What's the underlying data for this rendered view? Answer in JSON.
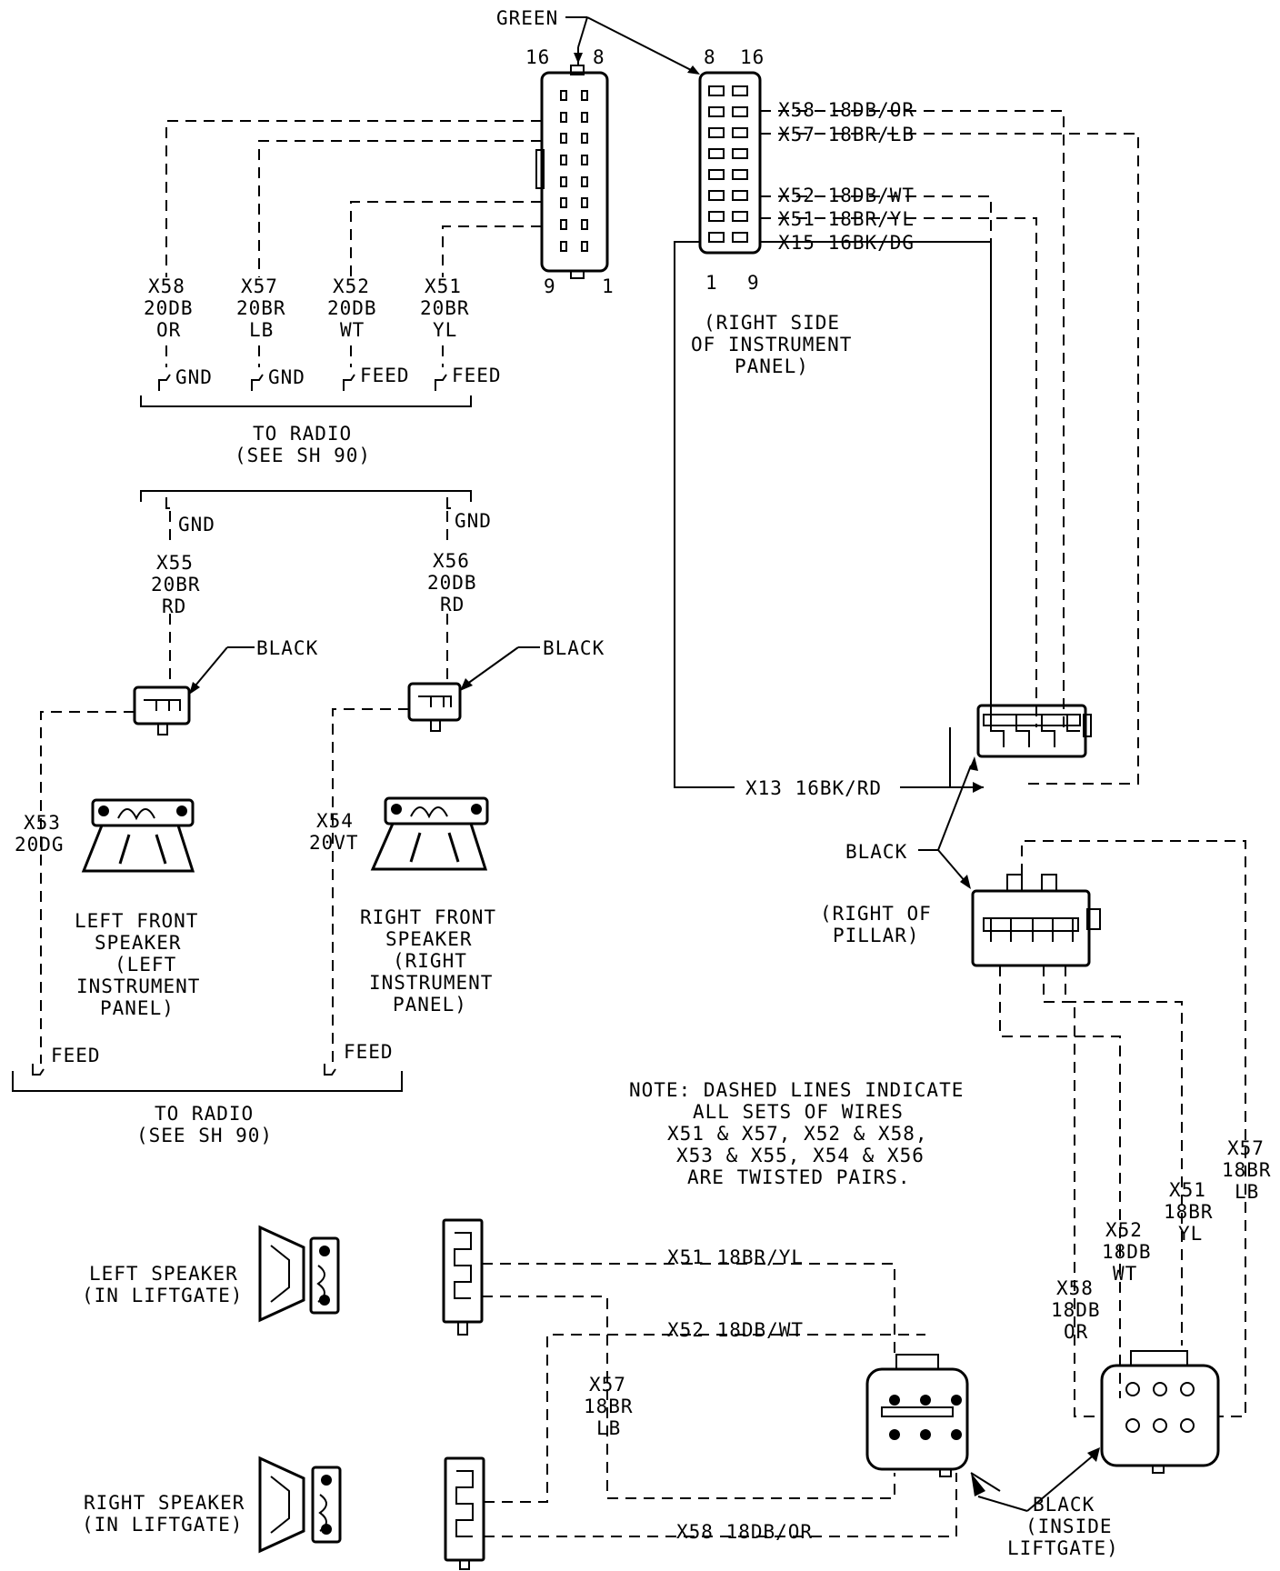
{
  "labels": {
    "green": "GREEN",
    "pin16_left": "16",
    "pin8_left": "8",
    "pin9_left": "9",
    "pin1_left": "1",
    "pin8_right": "8",
    "pin16_right": "16",
    "pin1_right": "1",
    "pin9_right": "9",
    "right_side_1": "(RIGHT SIDE",
    "right_side_2": "OF INSTRUMENT",
    "right_side_3": "PANEL)",
    "to_radio_1a": "TO RADIO",
    "to_radio_1b": "(SEE SH 90)",
    "to_radio_2a": "TO RADIO",
    "to_radio_2b": "(SEE SH 90)",
    "gnd": "GND",
    "feed": "FEED",
    "black": "BLACK",
    "right_pillar_1": "(RIGHT OF",
    "right_pillar_2": "PILLAR)",
    "lf_speaker": [
      "LEFT FRONT",
      "SPEAKER",
      "(LEFT",
      "INSTRUMENT",
      "PANEL)"
    ],
    "rf_speaker": [
      "RIGHT FRONT",
      "SPEAKER",
      "(RIGHT",
      "INSTRUMENT",
      "PANEL)"
    ],
    "left_liftgate": [
      "LEFT SPEAKER",
      "(IN LIFTGATE)"
    ],
    "right_liftgate": [
      "RIGHT SPEAKER",
      "(IN LIFTGATE)"
    ],
    "black_inside": [
      "BLACK",
      "(INSIDE",
      "LIFTGATE)"
    ],
    "note": [
      "NOTE: DASHED LINES INDICATE",
      "ALL SETS OF WIRES",
      "X51 & X57, X52 & X58,",
      "X53 & X55, X54 & X56",
      "ARE TWISTED PAIRS."
    ]
  },
  "wires_top_right": [
    "X58 18DB/OR",
    "X57 18BR/LB",
    "X52 18DB/WT",
    "X51 18BR/YL",
    "X15 16BK/DG"
  ],
  "wire_x13": "X13 16BK/RD",
  "radio_wires": [
    {
      "line1": "X58",
      "line2": "20DB",
      "line3": "OR"
    },
    {
      "line1": "X57",
      "line2": "20BR",
      "line3": "LB"
    },
    {
      "line1": "X52",
      "line2": "20DB",
      "line3": "WT"
    },
    {
      "line1": "X51",
      "line2": "20BR",
      "line3": "YL"
    }
  ],
  "front_wires": [
    {
      "line1": "X55",
      "line2": "20BR",
      "line3": "RD"
    },
    {
      "line1": "X56",
      "line2": "20DB",
      "line3": "RD"
    }
  ],
  "side_wires": [
    {
      "line1": "X53",
      "line2": "20DG"
    },
    {
      "line1": "X54",
      "line2": "20VT"
    }
  ],
  "vertical_wires": [
    {
      "line1": "X57",
      "line2": "18BR",
      "line3": "LB"
    },
    {
      "line1": "X51",
      "line2": "18BR",
      "line3": "YL"
    },
    {
      "line1": "X52",
      "line2": "18DB",
      "line3": "WT"
    },
    {
      "line1": "X58",
      "line2": "18DB",
      "line3": "OR"
    },
    {
      "line1": "X57",
      "line2": "18BR",
      "line3": "LB"
    }
  ],
  "liftgate_wires": [
    "X51 18BR/YL",
    "X52 18DB/WT",
    "X58 18DB/OR"
  ]
}
